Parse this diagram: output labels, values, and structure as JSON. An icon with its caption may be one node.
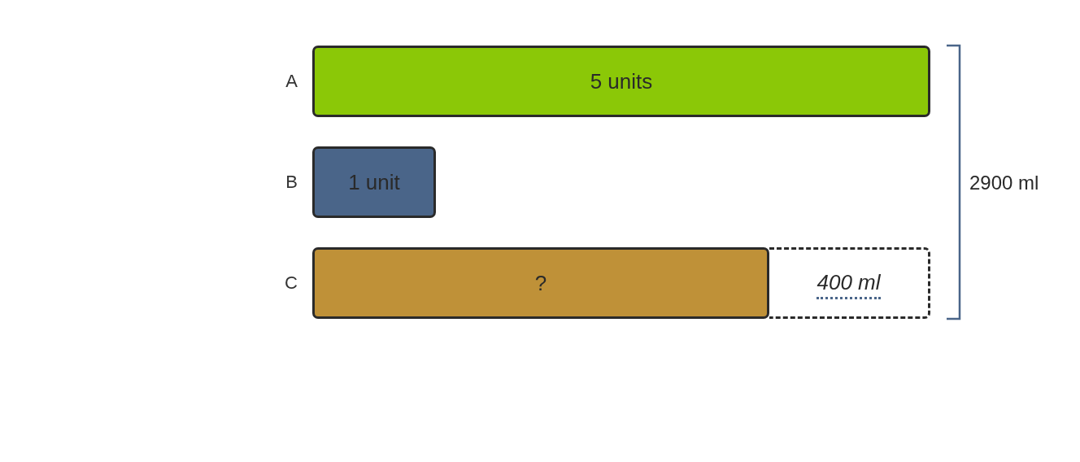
{
  "diagram": {
    "nodes": [
      {
        "text": [
          "5 units"
        ],
        "beside": [
          "A"
        ]
      },
      {
        "text": [
          "1 unit"
        ],
        "beside": [
          "B"
        ]
      },
      {
        "text": [
          "?"
        ],
        "beside": [
          "C"
        ]
      },
      {
        "text": [
          "400 ml"
        ]
      }
    ],
    "labels": [
      "2900 ml"
    ]
  }
}
